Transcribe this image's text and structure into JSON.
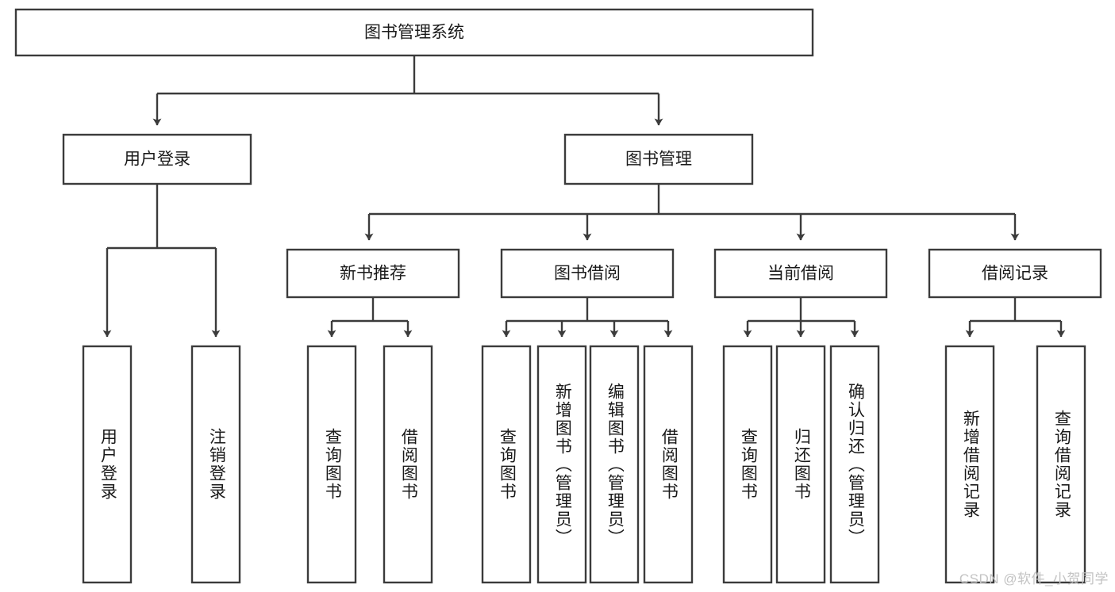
{
  "diagram": {
    "type": "tree",
    "title_node": {
      "label": "图书管理系统"
    },
    "level2": [
      {
        "label": "用户登录"
      },
      {
        "label": "图书管理"
      }
    ],
    "level3": [
      {
        "label": "新书推荐"
      },
      {
        "label": "图书借阅"
      },
      {
        "label": "当前借阅"
      },
      {
        "label": "借阅记录"
      }
    ],
    "leaves": {
      "user_login": [
        {
          "label": "用户登录"
        },
        {
          "label": "注销登录"
        }
      ],
      "new_book_recommend": [
        {
          "label": "查询图书"
        },
        {
          "label": "借阅图书"
        }
      ],
      "book_borrow": [
        {
          "label": "查询图书"
        },
        {
          "label": "新增图书（管理员）"
        },
        {
          "label": "编辑图书（管理员）"
        },
        {
          "label": "借阅图书"
        }
      ],
      "current_borrow": [
        {
          "label": "查询图书"
        },
        {
          "label": "归还图书"
        },
        {
          "label": "确认归还（管理员）"
        }
      ],
      "borrow_record": [
        {
          "label": "新增借阅记录"
        },
        {
          "label": "查询借阅记录"
        }
      ]
    }
  },
  "watermark": {
    "text": "CSDN @软件_小贺同学"
  },
  "colors": {
    "stroke": "#3b3b3b",
    "fill": "#ffffff",
    "text": "#1a1a1a",
    "watermark": "#c3c3c3"
  }
}
